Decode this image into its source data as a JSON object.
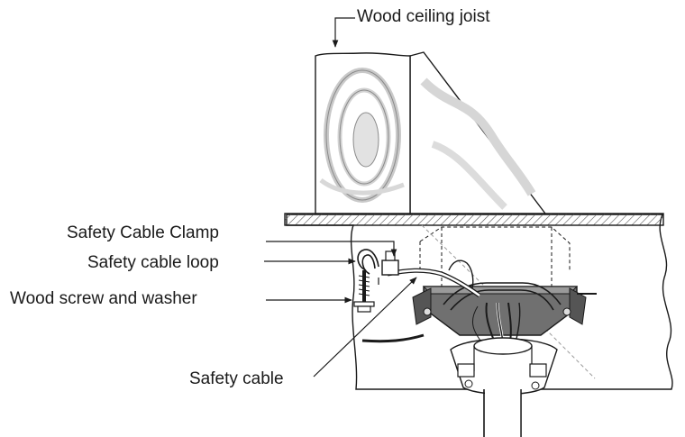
{
  "labels": {
    "joist": "Wood ceiling joist",
    "clamp": "Safety Cable Clamp",
    "loop": "Safety cable loop",
    "screw": "Wood screw and washer",
    "cable": "Safety cable"
  },
  "colors": {
    "line": "#1a1a1a",
    "hatch": "#555555",
    "grain": "#cfcfcf",
    "box_fill": "#6f6f6f",
    "box_dark": "#4a4a4a"
  }
}
